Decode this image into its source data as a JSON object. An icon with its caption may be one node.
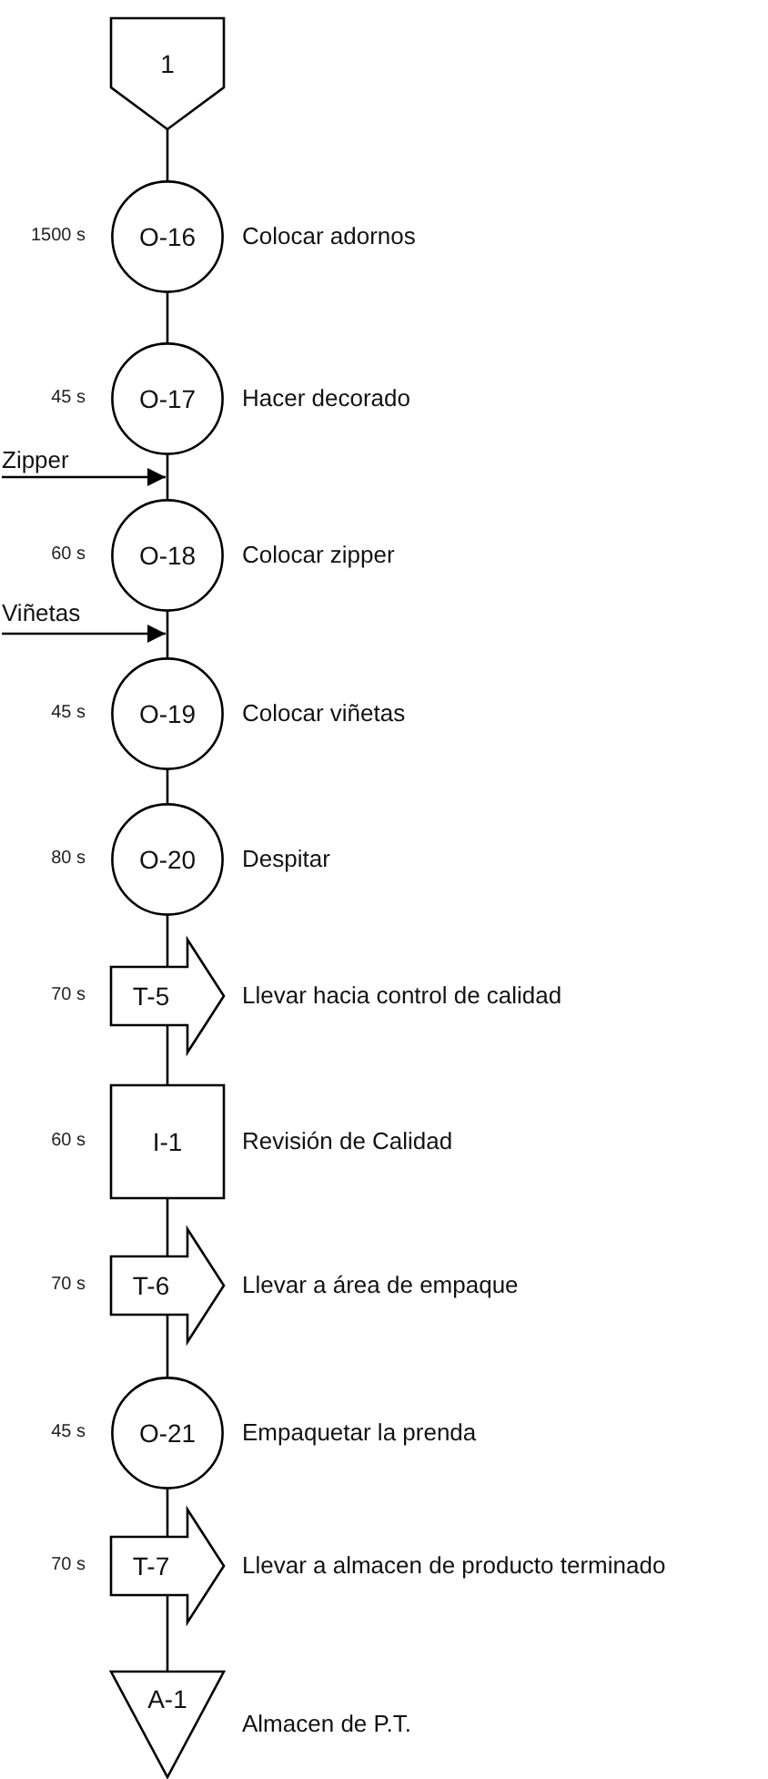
{
  "diagram": {
    "nodes": [
      {
        "text": [
          "1"
        ]
      },
      {
        "text": [
          "O-16"
        ],
        "beside": [
          "1500 s",
          "Colocar adornos"
        ]
      },
      {
        "text": [
          "O-17"
        ],
        "beside": [
          "45 s",
          "Hacer decorado"
        ]
      },
      {
        "text": [
          "Zipper"
        ]
      },
      {
        "text": [
          "O-18"
        ],
        "beside": [
          "60 s",
          "Colocar zipper"
        ]
      },
      {
        "text": [
          "Viñetas"
        ]
      },
      {
        "text": [
          "O-19"
        ],
        "beside": [
          "45 s",
          "Colocar viñetas"
        ]
      },
      {
        "text": [
          "O-20"
        ],
        "beside": [
          "80 s",
          "Despitar"
        ]
      },
      {
        "text": [
          "T-5"
        ],
        "beside": [
          "70 s",
          "Llevar hacia control de calidad"
        ]
      },
      {
        "text": [
          "I-1"
        ],
        "beside": [
          "60 s",
          "Revisión de Calidad"
        ]
      },
      {
        "text": [
          "T-6"
        ],
        "beside": [
          "70 s",
          "Llevar a área de empaque"
        ]
      },
      {
        "text": [
          "O-21"
        ],
        "beside": [
          "45 s",
          "Empaquetar la prenda"
        ]
      },
      {
        "text": [
          "T-7"
        ],
        "beside": [
          "70 s",
          "Llevar a almacen de producto terminado"
        ]
      },
      {
        "text": [
          "A-1"
        ],
        "beside": [
          "Almacen de P.T."
        ]
      }
    ],
    "edges": [
      {
        "from": 0,
        "to": 1,
        "arrow": "none"
      },
      {
        "from": 1,
        "to": 2,
        "arrow": "none"
      },
      {
        "from": 2,
        "to": 4,
        "arrow": "none"
      },
      {
        "from": 3,
        "to": 2,
        "arrow": "to"
      },
      {
        "from": 5,
        "to": 4,
        "arrow": "to"
      },
      {
        "from": 4,
        "to": 6,
        "arrow": "none"
      },
      {
        "from": 6,
        "to": 7,
        "arrow": "none"
      },
      {
        "from": 7,
        "to": 8,
        "arrow": "none"
      },
      {
        "from": 8,
        "to": 9,
        "arrow": "none"
      },
      {
        "from": 9,
        "to": 10,
        "arrow": "none"
      },
      {
        "from": 10,
        "to": 11,
        "arrow": "none"
      },
      {
        "from": 11,
        "to": 12,
        "arrow": "none"
      },
      {
        "from": 12,
        "to": 13,
        "arrow": "none"
      }
    ]
  }
}
